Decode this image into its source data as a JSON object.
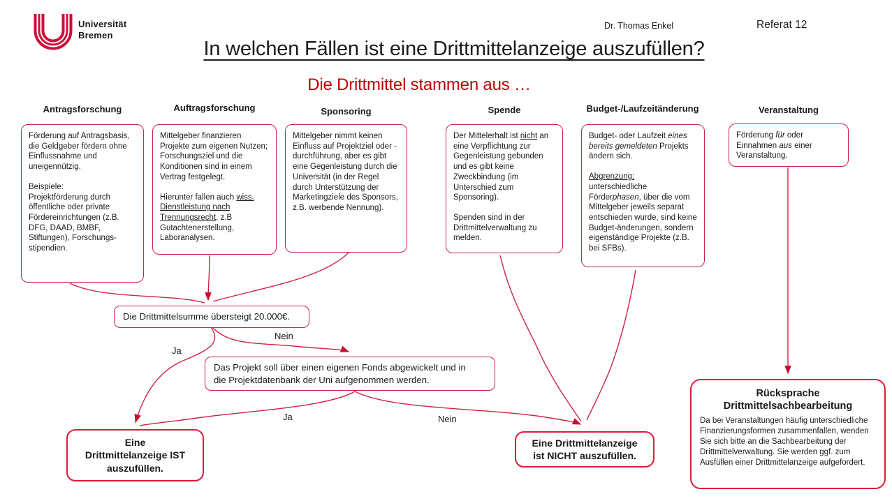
{
  "header": {
    "logo_text": "Universität\nBremen",
    "author": "Dr. Thomas Enkel",
    "unit": "Referat 12",
    "title": "In welchen Fällen ist eine Drittmittelanzeige auszufüllen?",
    "subtitle": "Die Drittmittel stammen aus …"
  },
  "colors": {
    "accent_border": "#c8234b",
    "arrow_stroke": "#ce2248",
    "arrowhead": "#c8102e",
    "emphasis_border": "#de1a3c",
    "subtitle_red": "#c00000",
    "logo_red": "#ce0f3d",
    "text": "#1a1a1a"
  },
  "columns": [
    {
      "label": "Antragsforschung",
      "body": [
        [
          {
            "t": "Förderung auf Antragsbasis, die Geldgeber fördern ohne Einflussnahme und uneigennützig."
          }
        ],
        [
          {
            "t": "Beispiele:"
          },
          {
            "br": 1
          },
          {
            "t": "Projektförderung durch öffentliche oder private Fördereinrichtungen (z.B. DFG, DAAD, BMBF, Stiftungen), Forschungs-stipendien."
          }
        ]
      ]
    },
    {
      "label": "Auftragsforschung",
      "body": [
        [
          {
            "t": "Mittelgeber finanzieren Projekte zum eigenen Nutzen; Forschungsziel und die Konditionen sind in einem Vertrag festgelegt."
          }
        ],
        [
          {
            "t": "Hierunter fallen auch "
          },
          {
            "t": "wiss. Dienstleistung nach Trennungsrecht",
            "u": 1
          },
          {
            "t": ", z.B Gutachtenerstellung, Laboranalysen."
          }
        ]
      ]
    },
    {
      "label": "Sponsoring",
      "body": [
        [
          {
            "t": "Mittelgeber nimmt keinen Einfluss auf Projektziel oder -durchführung, aber es gibt eine Gegenleistung durch die Universität (in der Regel durch Unterstützung der Marketingziele des Sponsors, z.B. werbende Nennung)."
          }
        ]
      ]
    },
    {
      "label": "Spende",
      "body": [
        [
          {
            "t": "Der Mittelerhalt ist "
          },
          {
            "t": "nicht",
            "u": 1
          },
          {
            "t": " an eine Verpflichtung zur Gegenleistung gebunden und es gibt keine Zweckbindung (im Unterschied zum Sponsoring)."
          }
        ],
        [
          {
            "t": "Spenden sind in der Drittmittelverwaltung zu melden."
          }
        ]
      ]
    },
    {
      "label": "Budget-/Laufzeitänderung",
      "body": [
        [
          {
            "t": "Budget- oder Laufzeit "
          },
          {
            "t": "eines bereits gemeldeten",
            "i": 1
          },
          {
            "t": " Projekts ändern sich."
          }
        ],
        [
          {
            "t": "Abgrenzung:",
            "u": 1
          },
          {
            "br": 1
          },
          {
            "t": "unterschiedliche Förder"
          },
          {
            "t": "phasen",
            "i": 1
          },
          {
            "t": ", über die vom Mittelgeber jeweils separat entschieden wurde, sind keine Budget-änderungen, sondern eigenständige Projekte (z.B. bei SFBs)."
          }
        ]
      ]
    },
    {
      "label": "Veranstaltung",
      "body": [
        [
          {
            "t": "Förderung "
          },
          {
            "t": "für",
            "i": 1
          },
          {
            "t": " oder Einnahmen "
          },
          {
            "t": "aus",
            "i": 1
          },
          {
            "t": " einer Veranstaltung."
          }
        ]
      ]
    }
  ],
  "decisions": {
    "sum": "Die Drittmittelsumme übersteigt 20.000€.",
    "fonds": "Das Projekt soll über einen eigenen Fonds abgewickelt und in\ndie Projektdatenbank der Uni aufgenommen werden."
  },
  "branch_labels": {
    "d1_ja": "Ja",
    "d1_nein": "Nein",
    "d2_ja": "Ja",
    "d2_nein": "Nein"
  },
  "outcomes": {
    "yes": "Eine\nDrittmittelanzeige IST\nauszufüllen.",
    "no": "Eine Drittmittelanzeige\nist NICHT auszufüllen.",
    "consult_title": "Rücksprache\nDrittmittelsachbearbeitung",
    "consult_body": "Da bei Veranstaltungen häufig unterschiedliche Finanzierungsformen zusammenfallen, wenden Sie sich bitte an die Sachbearbeitung der Drittmittelverwaltung. Sie werden ggf. zum Ausfüllen einer Drittmittelanzeige aufgefordert."
  }
}
